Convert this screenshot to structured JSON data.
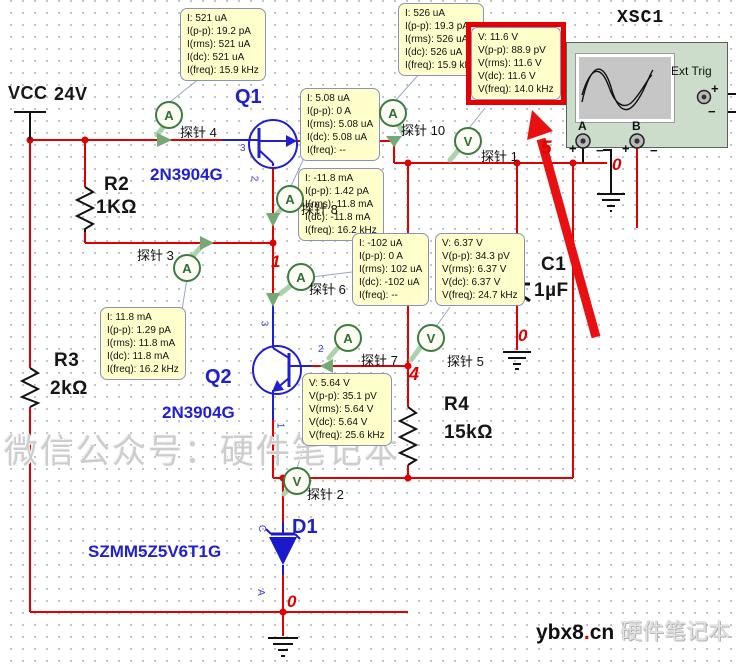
{
  "power": {
    "label": "VCC",
    "value": "24V"
  },
  "components": {
    "r2": {
      "ref": "R2",
      "value": "1KΩ"
    },
    "r3": {
      "ref": "R3",
      "value": "2kΩ"
    },
    "r4": {
      "ref": "R4",
      "value": "15kΩ"
    },
    "c1": {
      "ref": "C1",
      "value": "1µF"
    },
    "q1": {
      "ref": "Q1",
      "part": "2N3904G"
    },
    "q2": {
      "ref": "Q2",
      "part": "2N3904G"
    },
    "d1": {
      "ref": "D1",
      "part": "SZMM5Z5V6T1G"
    }
  },
  "scope": {
    "ref": "XSC1",
    "ext_trig": "Ext Trig",
    "ch_a": "A",
    "ch_b": "B",
    "plus": "+",
    "minus": "−"
  },
  "probes": {
    "p1": "探针 1",
    "p2": "探针 2",
    "p3": "探针 3",
    "p4": "探针 4",
    "p5": "探针 5",
    "p6": "探针 6",
    "p7": "探针 7",
    "p8": "探针 8",
    "p10": "探针 10",
    "current_letter": "A",
    "voltage_letter": "V"
  },
  "nodes": {
    "n5": "5",
    "n0_scope": "0",
    "n1": "1",
    "n4": "4",
    "n0_c1": "0",
    "n0_d1": "0"
  },
  "pins": {
    "q1_base": "3",
    "q1_emitter": "2",
    "q2_collector": "3",
    "q2_base": "2",
    "q2_emitter": "1",
    "d1_c": "C",
    "d1_a": "A"
  },
  "readouts": {
    "r1": [
      "I: 521 uA",
      "I(p-p): 19.2 pA",
      "I(rms): 521 uA",
      "I(dc): 521 uA",
      "I(freq): 15.9 kHz"
    ],
    "r2": [
      "I: 526 uA",
      "I(p-p): 19.3 pA",
      "I(rms): 526 uA",
      "I(dc): 526 uA",
      "I(freq): 15.9 kHz"
    ],
    "r3": [
      "V: 11.6 V",
      "V(p-p): 88.9 pV",
      "V(rms): 11.6 V",
      "V(dc): 11.6 V",
      "V(freq): 14.0 kHz"
    ],
    "r4": [
      "I: 5.08 uA",
      "I(p-p): 0 A",
      "I(rms): 5.08 uA",
      "I(dc): 5.08 uA",
      "I(freq): --"
    ],
    "r5": [
      "I: -11.8 mA",
      "I(p-p): 1.42 pA",
      "I(rms): 11.8 mA",
      "I(dc): -11.8 mA",
      "I(freq): 16.2 kHz"
    ],
    "r6": [
      "I: -102 uA",
      "I(p-p): 0 A",
      "I(rms): 102 uA",
      "I(dc): -102 uA",
      "I(freq): --"
    ],
    "r7": [
      "V: 6.37 V",
      "V(p-p): 34.3 pV",
      "V(rms): 6.37 V",
      "V(dc): 6.37 V",
      "V(freq): 24.7 kHz"
    ],
    "r8": [
      "I: 11.8 mA",
      "I(p-p): 1.29 pA",
      "I(rms): 11.8 mA",
      "I(dc): 11.8 mA",
      "I(freq): 16.2 kHz"
    ],
    "r9": [
      "V: 5.64 V",
      "V(p-p): 35.1 pV",
      "V(rms): 5.64 V",
      "V(dc): 5.64 V",
      "V(freq): 25.6 kHz"
    ]
  },
  "watermarks": {
    "center": "微信公众号：硬件笔记本",
    "brand_prefix": "ybx8",
    "brand_dot": ".",
    "brand_suffix": "cn",
    "brand_name": "硬件笔记本"
  },
  "colors": {
    "wire": "#e00000",
    "component_blue": "#1f1fd0",
    "highlight": "#e60000",
    "readout_bg": "#ffffcc"
  }
}
